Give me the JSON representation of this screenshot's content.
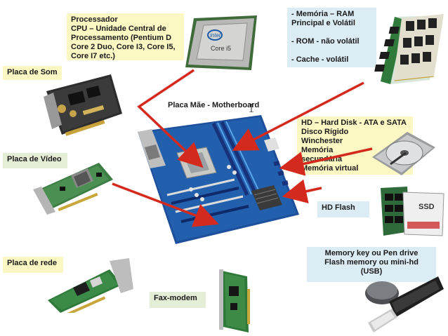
{
  "labels": {
    "processor": "Processador\nCPU – Unidade Central de\nProcessamento (Pentium D\nCore 2 Duo, Core I3, Core I5,\nCore I7 etc.)",
    "memory": "- Memória – RAM\n  Principal e Volátil\n\n- ROM - não volátil\n\n- Cache - volátil",
    "sound_card": "Placa de Som",
    "motherboard": "Placa Mãe - Motherboard",
    "hard_disk": "HD – Hard Disk - ATA e SATA\nDisco Rígido\nWinchester\nMemória\n        secundária\nMemória virtual",
    "video_card": "Placa de Vídeo",
    "hd_flash": "HD Flash",
    "network_card": "Placa de rede",
    "pen_drive": "Memory key ou Pen drive\nFlash memory ou mini-hd\n(USB)",
    "fax_modem": "Fax-modem"
  },
  "cpu_chip": {
    "brand": "intel",
    "model": "Core i5"
  },
  "ssd_label": "SSD",
  "colors": {
    "arrow": "#d42a1e",
    "board": "#1d4f9c",
    "yellow": "#fbf8c4",
    "blue": "#dcecf5",
    "green": "#e4edd6"
  }
}
